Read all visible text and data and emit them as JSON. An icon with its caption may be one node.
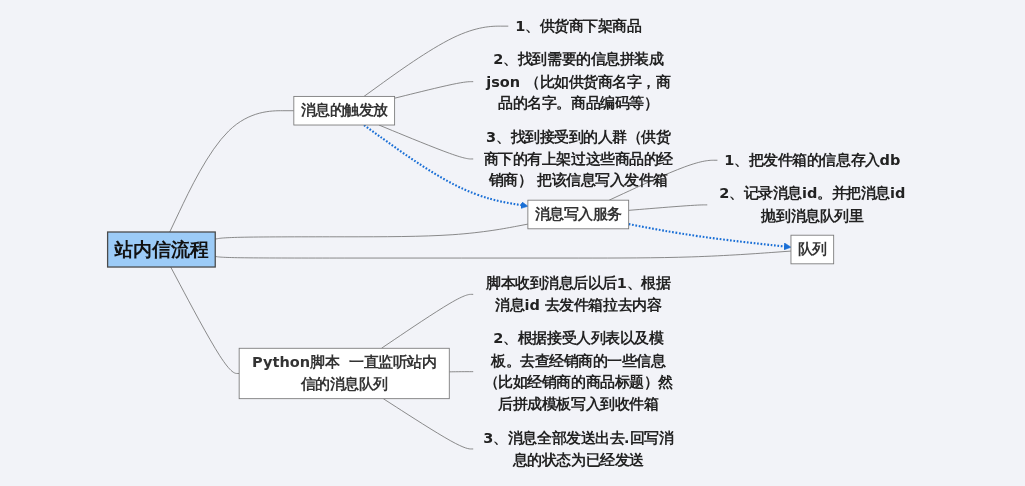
{
  "diagram": {
    "nodes": [
      {
        "text": [
          "站内信流程"
        ]
      },
      {
        "text": [
          "消息的触发放"
        ]
      },
      {
        "text": [
          "1、供货商下架商品"
        ]
      },
      {
        "text": [
          "2、找到需要的信息拼装成json （比如供货商名字，商品的名字。商品编码等）"
        ]
      },
      {
        "text": [
          "3、找到接受到的人群（供货商下的有上架过这些商品的经销商） 把该信息写入发件箱"
        ]
      },
      {
        "text": [
          "消息写入服务"
        ]
      },
      {
        "text": [
          "1、把发件箱的信息存入db"
        ]
      },
      {
        "text": [
          "2、记录消息id。并把消息id抛到消息队列里"
        ]
      },
      {
        "text": [
          "队列"
        ]
      },
      {
        "text": [
          "Python脚本  一直监听站内信的消息队列"
        ]
      },
      {
        "text": [
          "脚本收到消息后以后1、根据消息id 去发件箱拉去内容"
        ]
      },
      {
        "text": [
          "2、根据接受人列表以及模板。去查经销商的一些信息（比如经销商的商品标题）然后拼成模板写入到收件箱"
        ]
      },
      {
        "text": [
          "3、消息全部发送出去.回写消息的状态为已经发送"
        ]
      }
    ],
    "edges": [
      {
        "from": 0,
        "to": 1,
        "arrow": "none"
      },
      {
        "from": 0,
        "to": 5,
        "arrow": "none"
      },
      {
        "from": 0,
        "to": 8,
        "arrow": "none"
      },
      {
        "from": 0,
        "to": 9,
        "arrow": "none"
      },
      {
        "from": 1,
        "to": 2,
        "arrow": "none"
      },
      {
        "from": 1,
        "to": 3,
        "arrow": "none"
      },
      {
        "from": 1,
        "to": 4,
        "arrow": "none"
      },
      {
        "from": 5,
        "to": 6,
        "arrow": "none"
      },
      {
        "from": 5,
        "to": 7,
        "arrow": "none"
      },
      {
        "from": 9,
        "to": 10,
        "arrow": "none"
      },
      {
        "from": 9,
        "to": 11,
        "arrow": "none"
      },
      {
        "from": 9,
        "to": 12,
        "arrow": "none"
      },
      {
        "from": 1,
        "to": 5,
        "arrow": "to",
        "style": "dashed",
        "color": "#1a6fd6"
      },
      {
        "from": 5,
        "to": 8,
        "arrow": "to",
        "style": "dashed",
        "color": "#1a6fd6"
      }
    ]
  }
}
